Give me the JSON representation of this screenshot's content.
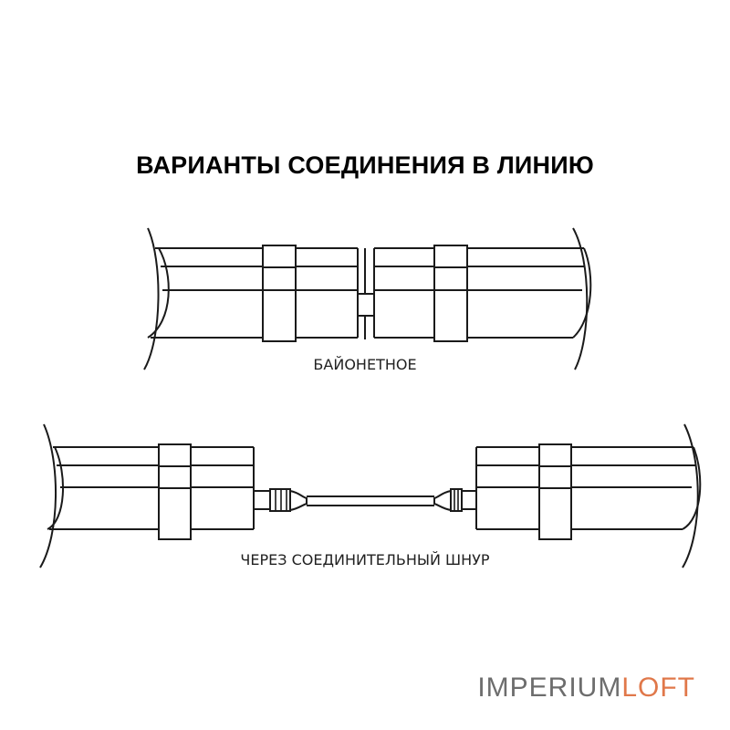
{
  "title": "ВАРИАНТЫ СОЕДИНЕНИЯ В ЛИНИЮ",
  "variants": [
    {
      "label": "БАЙОНЕТНОЕ"
    },
    {
      "label": "ЧЕРЕЗ СОЕДИНИТЕЛЬНЫЙ ШНУР"
    }
  ],
  "logo": {
    "part1": "IMPERIUM",
    "part2": "LOFT"
  },
  "colors": {
    "line": "#1a1a1a",
    "logo_gray": "#6d6d6d",
    "logo_accent": "#e0784a"
  }
}
